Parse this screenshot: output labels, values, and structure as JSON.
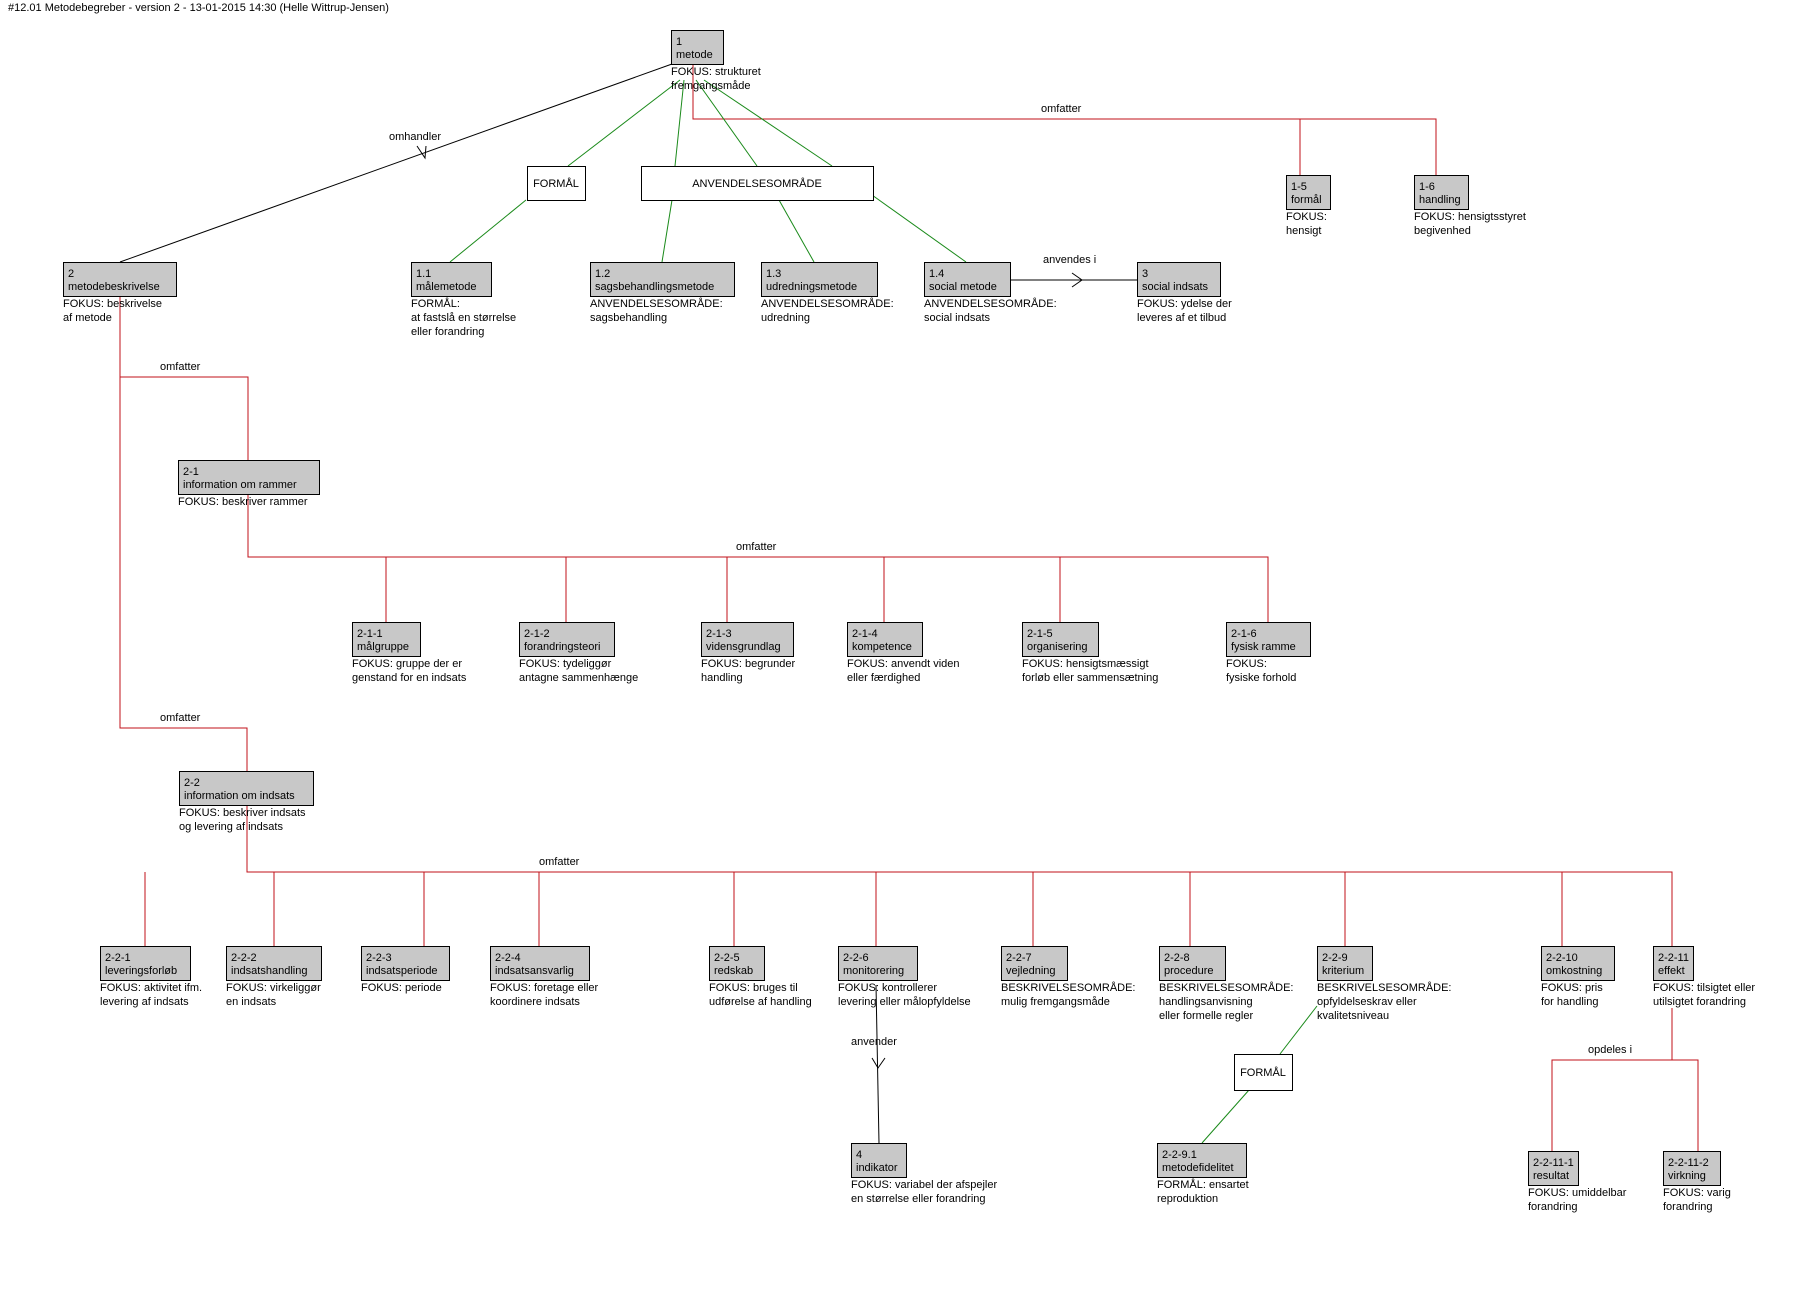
{
  "header": "#12.01 Metodebegreber - version 2 - 13-01-2015 14:30 (Helle Wittrup-Jensen)",
  "colors": {
    "concept_fill": "#c8c8c8",
    "hierarchy_line": "#c0101a",
    "association_line": "#1a8a1a",
    "relation_line": "#000000"
  },
  "concepts": {
    "c1": {
      "id": "1",
      "name": "metode",
      "desc": [
        "FOKUS: strukturet",
        "fremgangsmåde"
      ]
    },
    "c1_5": {
      "id": "1-5",
      "name": "formål",
      "desc": [
        "FOKUS:",
        "hensigt"
      ]
    },
    "c1_6": {
      "id": "1-6",
      "name": "handling",
      "desc": [
        "FOKUS: hensigtsstyret",
        "begivenhed"
      ]
    },
    "c2": {
      "id": "2",
      "name": "metodebeskrivelse",
      "desc": [
        "FOKUS: beskrivelse",
        "af metode"
      ]
    },
    "c1_1": {
      "id": "1.1",
      "name": "målemetode",
      "desc": [
        "FORMÅL:",
        "at fastslå en størrelse",
        "eller forandring"
      ]
    },
    "c1_2": {
      "id": "1.2",
      "name": "sagsbehandlingsmetode",
      "desc": [
        "ANVENDELSESOMRÅDE:",
        "sagsbehandling"
      ]
    },
    "c1_3": {
      "id": "1.3",
      "name": "udredningsmetode",
      "desc": [
        "ANVENDELSESOMRÅDE:",
        "udredning"
      ]
    },
    "c1_4": {
      "id": "1.4",
      "name": "social metode",
      "desc": [
        "ANVENDELSESOMRÅDE:",
        "social indsats"
      ]
    },
    "c3": {
      "id": "3",
      "name": "social indsats",
      "desc": [
        "FOKUS: ydelse der",
        "leveres af et tilbud"
      ]
    },
    "c2_1": {
      "id": "2-1",
      "name": "information om rammer",
      "desc": [
        "FOKUS: beskriver rammer"
      ]
    },
    "c2_1_1": {
      "id": "2-1-1",
      "name": "målgruppe",
      "desc": [
        "FOKUS: gruppe der er",
        "genstand for en indsats"
      ]
    },
    "c2_1_2": {
      "id": "2-1-2",
      "name": "forandringsteori",
      "desc": [
        "FOKUS: tydeliggør",
        "antagne sammenhænge"
      ]
    },
    "c2_1_3": {
      "id": "2-1-3",
      "name": "vidensgrundlag",
      "desc": [
        "FOKUS: begrunder",
        "handling"
      ]
    },
    "c2_1_4": {
      "id": "2-1-4",
      "name": "kompetence",
      "desc": [
        "FOKUS: anvendt viden",
        "eller færdighed"
      ]
    },
    "c2_1_5": {
      "id": "2-1-5",
      "name": "organisering",
      "desc": [
        "FOKUS: hensigtsmæssigt",
        "forløb eller sammensætning"
      ]
    },
    "c2_1_6": {
      "id": "2-1-6",
      "name": "fysisk ramme",
      "desc": [
        "FOKUS:",
        "fysiske forhold"
      ]
    },
    "c2_2": {
      "id": "2-2",
      "name": "information om indsats",
      "desc": [
        "FOKUS: beskriver indsats",
        "og levering af indsats"
      ]
    },
    "c2_2_1": {
      "id": "2-2-1",
      "name": "leveringsforløb",
      "desc": [
        "FOKUS: aktivitet ifm.",
        "levering af indsats"
      ]
    },
    "c2_2_2": {
      "id": "2-2-2",
      "name": "indsatshandling",
      "desc": [
        "FOKUS: virkeliggør",
        "en indsats"
      ]
    },
    "c2_2_3": {
      "id": "2-2-3",
      "name": "indsatsperiode",
      "desc": [
        "FOKUS: periode"
      ]
    },
    "c2_2_4": {
      "id": "2-2-4",
      "name": "indsatsansvarlig",
      "desc": [
        "FOKUS: foretage eller",
        "koordinere indsats"
      ]
    },
    "c2_2_5": {
      "id": "2-2-5",
      "name": "redskab",
      "desc": [
        "FOKUS: bruges til",
        "udførelse af handling"
      ]
    },
    "c2_2_6": {
      "id": "2-2-6",
      "name": "monitorering",
      "desc": [
        "FOKUS: kontrollerer",
        "levering eller målopfyldelse"
      ]
    },
    "c2_2_7": {
      "id": "2-2-7",
      "name": "vejledning",
      "desc": [
        "BESKRIVELSESOMRÅDE:",
        "mulig fremgangsmåde"
      ]
    },
    "c2_2_8": {
      "id": "2-2-8",
      "name": "procedure",
      "desc": [
        "BESKRIVELSESOMRÅDE:",
        "handlingsanvisning",
        "eller formelle regler"
      ]
    },
    "c2_2_9": {
      "id": "2-2-9",
      "name": "kriterium",
      "desc": [
        "BESKRIVELSESOMRÅDE:",
        "opfyldelseskrav eller",
        "kvalitetsniveau"
      ]
    },
    "c2_2_10": {
      "id": "2-2-10",
      "name": "omkostning",
      "desc": [
        "FOKUS: pris",
        "for handling"
      ]
    },
    "c2_2_11": {
      "id": "2-2-11",
      "name": "effekt",
      "desc": [
        "FOKUS: tilsigtet eller",
        "utilsigtet forandring"
      ]
    },
    "c4": {
      "id": "4",
      "name": "indikator",
      "desc": [
        "FOKUS: variabel der afspejler",
        "en størrelse eller forandring"
      ]
    },
    "c2_2_9_1": {
      "id": "2-2-9.1",
      "name": "metodefidelitet",
      "desc": [
        "FORMÅL: ensartet",
        "reproduktion"
      ]
    },
    "c2_2_11_1": {
      "id": "2-2-11-1",
      "name": "resultat",
      "desc": [
        "FOKUS: umiddelbar",
        "forandring"
      ]
    },
    "c2_2_11_2": {
      "id": "2-2-11-2",
      "name": "virkning",
      "desc": [
        "FOKUS: varig",
        "forandring"
      ]
    }
  },
  "dimensions": {
    "dim_formaal_top": "FORMÅL",
    "dim_anvendelse": "ANVENDELSESOMRÅDE",
    "dim_formaal_bottom": "FORMÅL"
  },
  "labels": {
    "omhandler": "omhandler",
    "omfatter_top": "omfatter",
    "anvendes_i": "anvendes i",
    "omfatter_2_1": "omfatter",
    "omfatter_2_1_children": "omfatter",
    "omfatter_2_2": "omfatter",
    "omfatter_2_2_children": "omfatter",
    "anvender": "anvender",
    "opdeles_i": "opdeles i"
  }
}
